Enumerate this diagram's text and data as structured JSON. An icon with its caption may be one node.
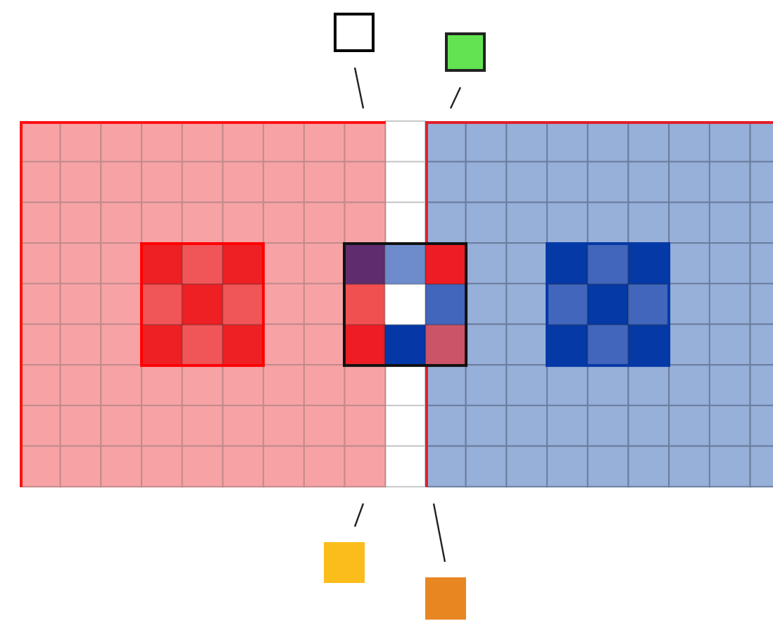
{
  "diagram": {
    "nodes": [
      {
        "text": [],
        "shape": "box"
      },
      {
        "text": [],
        "shape": "box"
      },
      {
        "text": [],
        "shape": "box"
      },
      {
        "text": [],
        "shape": "box"
      },
      {
        "text": [],
        "shape": "box"
      },
      {
        "text": [],
        "shape": "box"
      }
    ],
    "edges": [
      {
        "from": 2,
        "to": 0,
        "arrow": "none"
      },
      {
        "from": 3,
        "to": 1,
        "arrow": "none"
      },
      {
        "from": 4,
        "to": 0,
        "arrow": "none"
      },
      {
        "from": 5,
        "to": 1,
        "arrow": "none"
      }
    ]
  }
}
